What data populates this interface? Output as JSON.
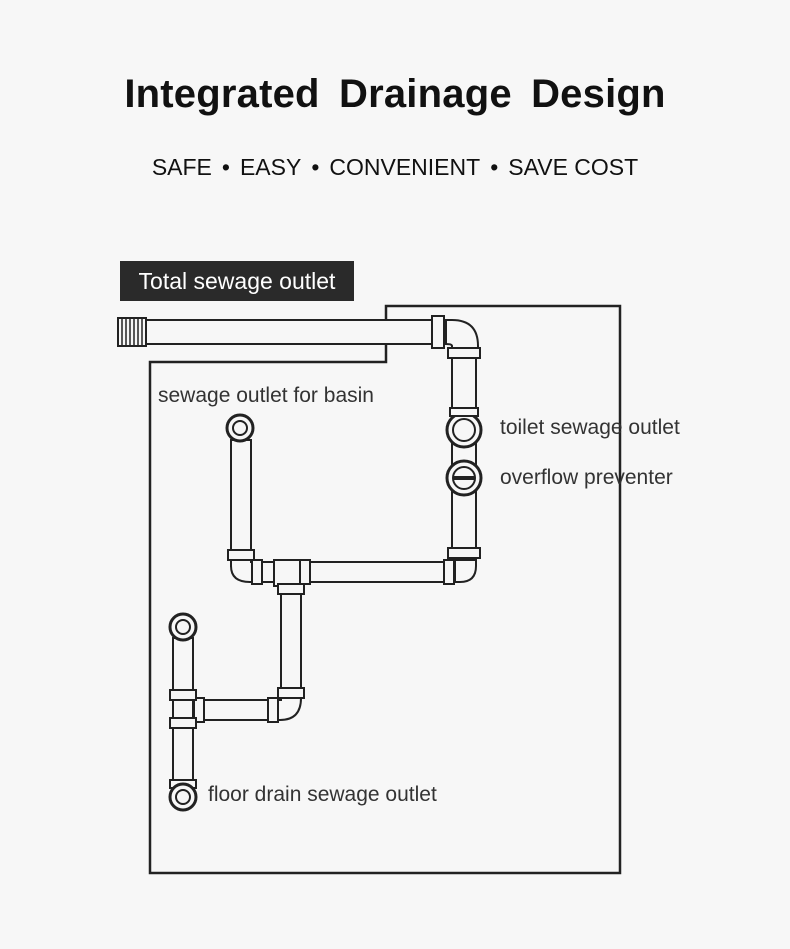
{
  "title": "Integrated Drainage Design",
  "tagline": {
    "items": [
      "SAFE",
      "EASY",
      "CONVENIENT",
      "SAVE COST"
    ],
    "separator": "•"
  },
  "labels": {
    "total_outlet": "Total sewage outlet",
    "basin_outlet": "sewage outlet for basin",
    "toilet_outlet": "toilet sewage outlet",
    "overflow": "overflow preventer",
    "floor_drain": "floor drain sewage outlet"
  },
  "colors": {
    "background": "#f7f7f7",
    "stroke": "#222222",
    "label_box": "#2a2a2a"
  }
}
